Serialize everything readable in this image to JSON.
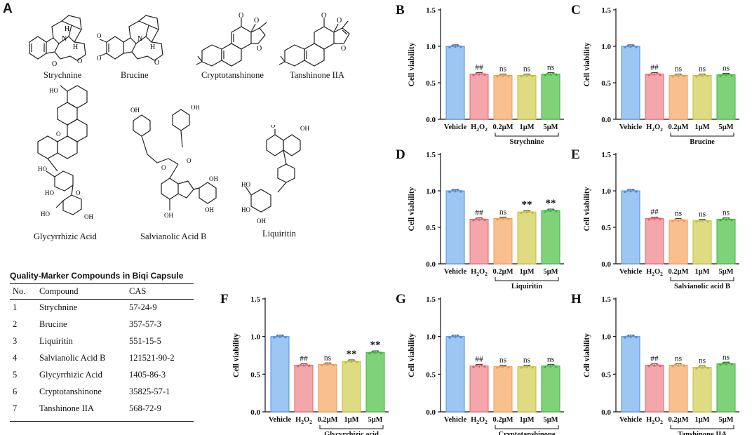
{
  "panel_A": {
    "letter": "A",
    "compounds": [
      "Strychnine",
      "Brucine",
      "Cryptotanshinone",
      "Tanshinone IIA",
      "Glycyrrhizic Acid",
      "Salvianolic Acid B",
      "Liquiritin"
    ],
    "chem_labels": {
      "OH": "OH",
      "H": "H",
      "N": "N",
      "O": "O",
      "HO": "HO"
    },
    "table": {
      "title": "Quality-Marker Compounds in Biqi Capsule",
      "headers": [
        "No.",
        "Compound",
        "CAS"
      ],
      "rows": [
        [
          "1",
          "Strychnine",
          "57-24-9"
        ],
        [
          "2",
          "Brucine",
          "357-57-3"
        ],
        [
          "3",
          "Liquiritin",
          "551-15-5"
        ],
        [
          "4",
          "Salvianolic Acid B",
          "121521-90-2"
        ],
        [
          "5",
          "Glycyrrhizic Acid",
          "1405-86-3"
        ],
        [
          "6",
          "Cryptotanshinone",
          "35825-57-1"
        ],
        [
          "7",
          "Tanshinone IIA",
          "568-72-9"
        ]
      ]
    }
  },
  "colors": {
    "vehicle": "#9ec6f2",
    "h2o2": "#f4a7ab",
    "c02": "#f8c08f",
    "c1": "#dedb83",
    "c5": "#7fd27a",
    "vehicle_edge": "#4f8fe0",
    "h2o2_edge": "#e4636b",
    "c02_edge": "#ef9a52",
    "c1_edge": "#c2bd3a",
    "c5_edge": "#3fb33c"
  },
  "chart_data": [
    {
      "letter": "B",
      "type": "bar",
      "ylabel": "Cell viability",
      "ylim": [
        0.0,
        1.5
      ],
      "yticks": [
        "0.0",
        "0.5",
        "1.0",
        "1.5"
      ],
      "categories": [
        "Vehicle",
        "H2O2",
        "0.2μM",
        "1μM",
        "5μM"
      ],
      "values": [
        1.0,
        0.62,
        0.6,
        0.6,
        0.62
      ],
      "annotations": [
        "",
        "##",
        "ns",
        "ns",
        "ns"
      ],
      "group_label": "Strychnine"
    },
    {
      "letter": "C",
      "type": "bar",
      "ylabel": "Cell viability",
      "ylim": [
        0.0,
        1.5
      ],
      "yticks": [
        "0.0",
        "0.5",
        "1.0",
        "1.5"
      ],
      "categories": [
        "Vehicle",
        "H2O2",
        "0.2μM",
        "1μM",
        "5μM"
      ],
      "values": [
        1.0,
        0.62,
        0.6,
        0.6,
        0.61
      ],
      "annotations": [
        "",
        "##",
        "ns",
        "ns",
        "ns"
      ],
      "group_label": "Brucine"
    },
    {
      "letter": "D",
      "type": "bar",
      "ylabel": "Cell viability",
      "ylim": [
        0.0,
        1.5
      ],
      "yticks": [
        "0.0",
        "0.5",
        "1.0",
        "1.5"
      ],
      "categories": [
        "Vehicle",
        "H2O2",
        "0.2μM",
        "1μM",
        "5μM"
      ],
      "values": [
        1.0,
        0.61,
        0.62,
        0.71,
        0.73
      ],
      "annotations": [
        "",
        "##",
        "ns",
        "**",
        "**"
      ],
      "group_label": "Liquiritin"
    },
    {
      "letter": "E",
      "type": "bar",
      "ylabel": "Cell viability",
      "ylim": [
        0.0,
        1.5
      ],
      "yticks": [
        "0.0",
        "0.5",
        "1.0",
        "1.5"
      ],
      "categories": [
        "Vehicle",
        "H2O2",
        "0.2μM",
        "1μM",
        "5μM"
      ],
      "values": [
        1.0,
        0.62,
        0.6,
        0.59,
        0.61
      ],
      "annotations": [
        "",
        "##",
        "ns",
        "ns",
        "ns"
      ],
      "group_label": "Salvianolic acid B"
    },
    {
      "letter": "F",
      "type": "bar",
      "ylabel": "Cell viability",
      "ylim": [
        0.0,
        1.5
      ],
      "yticks": [
        "0.0",
        "0.5",
        "1.0",
        "1.5"
      ],
      "categories": [
        "Vehicle",
        "H2O2",
        "0.2μM",
        "1μM",
        "5μM"
      ],
      "values": [
        1.0,
        0.62,
        0.63,
        0.67,
        0.79
      ],
      "annotations": [
        "",
        "##",
        "ns",
        "**",
        "**"
      ],
      "group_label": "Glycyrrhizic acid"
    },
    {
      "letter": "G",
      "type": "bar",
      "ylabel": "Cell viability",
      "ylim": [
        0.0,
        1.5
      ],
      "yticks": [
        "0.0",
        "0.5",
        "1.0",
        "1.5"
      ],
      "categories": [
        "Vehicle",
        "H2O2",
        "0.2μM",
        "1μM",
        "5μM"
      ],
      "values": [
        1.0,
        0.61,
        0.6,
        0.6,
        0.61
      ],
      "annotations": [
        "",
        "##",
        "ns",
        "ns",
        "ns"
      ],
      "group_label": "Cryptotanshinone"
    },
    {
      "letter": "H",
      "type": "bar",
      "ylabel": "Cell viability",
      "ylim": [
        0.0,
        1.5
      ],
      "yticks": [
        "0.0",
        "0.5",
        "1.0",
        "1.5"
      ],
      "categories": [
        "Vehicle",
        "H2O2",
        "0.2μM",
        "1μM",
        "5μM"
      ],
      "values": [
        1.0,
        0.62,
        0.62,
        0.59,
        0.64
      ],
      "annotations": [
        "",
        "##",
        "ns",
        "ns",
        "ns"
      ],
      "group_label": "Tanshinone IIA"
    }
  ]
}
